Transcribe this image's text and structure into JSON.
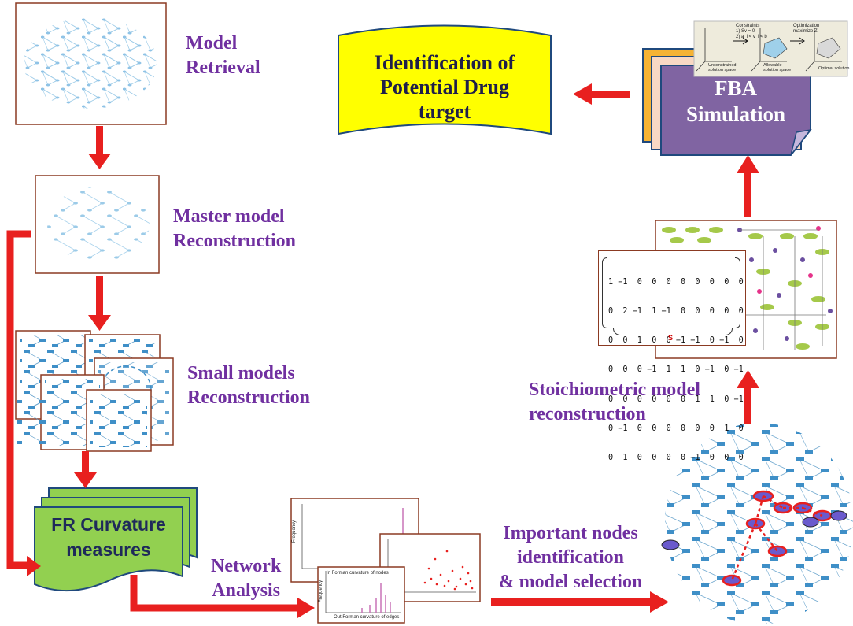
{
  "steps": {
    "model_retrieval": [
      "Model",
      "Retrieval"
    ],
    "master_model": [
      "Master model",
      "Reconstruction"
    ],
    "small_models": [
      "Small models",
      "Reconstruction"
    ],
    "fr_curvature": [
      "FR Curvature",
      "measures"
    ],
    "network_analysis": [
      "Network",
      "Analysis"
    ],
    "important_nodes": [
      "Important nodes",
      "identification",
      "& model selection"
    ],
    "stoichiometric": [
      "Stoichiometric model",
      "reconstruction"
    ],
    "fba": [
      "FBA",
      "Simulation"
    ],
    "drug_target": [
      "Identification of",
      "Potential Drug",
      "target"
    ]
  },
  "matrix": {
    "rows": [
      "1 −1  0  0  0  0  0  0  0  0",
      "0  2 −1  1 −1  0  0  0  0  0",
      "0  0  1  0  0 −1 −1  0 −1  0",
      "0  0  0 −1  1  1  0 −1  0 −1",
      "0  0  0  0  0  0  1  1  0 −1",
      "0 −1  0  0  0  0  0  0  1  0",
      "0  1  0  0  0  0 −1  0  0  0"
    ],
    "label": "S"
  },
  "fba_panel": {
    "constraints": [
      "Constraints",
      "1) Sv = 0",
      "2) a_i < v_i < b_i"
    ],
    "optimization": [
      "Optimization",
      "maximize Z"
    ],
    "captions": [
      "Unconstrained",
      "solution space",
      "Allowable",
      "solution space",
      "Optimal solution"
    ]
  },
  "histogram_top": {
    "ylabel": "Frequency",
    "xlabel": "In Forman curvature of nodes"
  },
  "histogram_bottom": {
    "ylabel": "Frequency",
    "xlabel": "Out Forman curvature of edges"
  },
  "colors": {
    "label": "#7030a0",
    "arrow": "#e8201f",
    "frame": "#8b3a22",
    "network": "#9ccbe8",
    "green": "#92d050",
    "yellow": "#ffff00",
    "purple": "#8064a2"
  }
}
